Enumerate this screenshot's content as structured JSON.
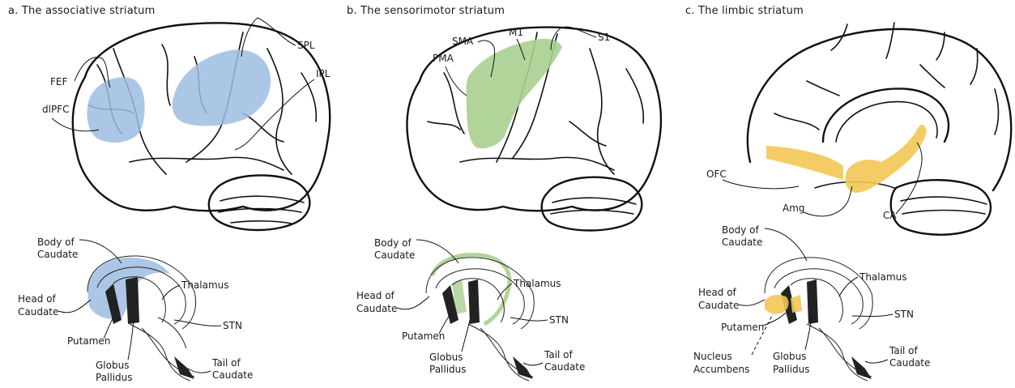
{
  "colors": {
    "associative": "#9dbde0",
    "sensorimotor": "#a9cf8f",
    "limbic": "#f3c654"
  },
  "panels": {
    "a": {
      "title": "a. The associative striatum",
      "cortex_labels": {
        "spl": "SPL",
        "fef": "FEF",
        "ipl": "IPL",
        "dlpfc": "dlPFC"
      },
      "striatum_labels": {
        "body_1": "Body of",
        "body_2": "Caudate",
        "head_1": "Head of",
        "head_2": "Caudate",
        "thalamus": "Thalamus",
        "stn": "STN",
        "putamen": "Putamen",
        "globus_1": "Globus",
        "globus_2": "Pallidus",
        "tail_1": "Tail of",
        "tail_2": "Caudate"
      }
    },
    "b": {
      "title": "b. The sensorimotor striatum",
      "cortex_labels": {
        "sma": "SMA",
        "m1": "M1",
        "s1": "S1",
        "pma": "PMA"
      },
      "striatum_labels": {
        "body_1": "Body of",
        "body_2": "Caudate",
        "head_1": "Head of",
        "head_2": "Caudate",
        "thalamus": "Thalamus",
        "stn": "STN",
        "putamen": "Putamen",
        "globus_1": "Globus",
        "globus_2": "Pallidus",
        "tail_1": "Tail of",
        "tail_2": "Caudate"
      }
    },
    "c": {
      "title": "c. The limbic striatum",
      "cortex_labels": {
        "ofc": "OFC",
        "amg": "Amg",
        "ca": "CA"
      },
      "striatum_labels": {
        "body_1": "Body of",
        "body_2": "Caudate",
        "head_1": "Head of",
        "head_2": "Caudate",
        "thalamus": "Thalamus",
        "stn": "STN",
        "putamen": "Putamen",
        "nucleus_1": "Nucleus",
        "nucleus_2": "Accumbens",
        "globus_1": "Globus",
        "globus_2": "Pallidus",
        "tail_1": "Tail of",
        "tail_2": "Caudate"
      }
    }
  }
}
